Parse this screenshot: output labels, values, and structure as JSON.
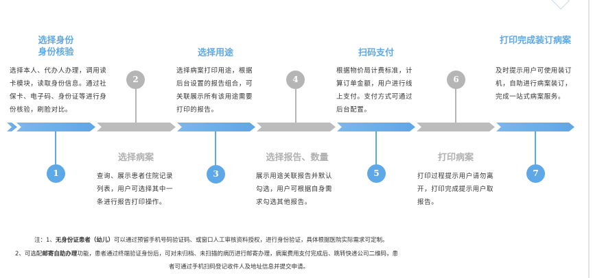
{
  "steps": [
    {
      "num": "1",
      "title": "选择身份\n身份核验",
      "desc": "选择本人、代办人办理，调用读卡模块，读取身份信息。通过社保卡、电子码、身份证等进行身份核验，刷脸对比。"
    },
    {
      "num": "2",
      "title": "选择病案",
      "desc": "查询、展示患者住院记录列表，用户可选择其中一条进行报告打印操作。"
    },
    {
      "num": "3",
      "title": "选择用途",
      "desc": "选择病案打印用途，根据后台设置的报告组合，可关联展示所有该用途需要打印的报告。"
    },
    {
      "num": "4",
      "title": "选择报告、数量",
      "desc": "展示用途关联报告并默认勾选，用户可根据自身需求勾选其他报告。"
    },
    {
      "num": "5",
      "title": "扫码支付",
      "desc": "根据物价局计费标准，计算订单金额，用户进行线上支付。支付方式可通过后台配置。"
    },
    {
      "num": "6",
      "title": "打印病案",
      "desc": "打印过程提示用户请勿离开，打印完成提示用户取报告。"
    },
    {
      "num": "7",
      "title": "打印完成装订病案",
      "desc": "及时提示用户可使用装订机，自助进行病案装订，完成一站式病案服务。"
    }
  ],
  "notes": {
    "line1_prefix": "注：1、",
    "line1_bold": "无身份证患者（幼儿）",
    "line1_rest": "可以通过预留手机号码验证码、或窗口人工审核资料授权，进行身份验证，具体根据医院实际需求可定制。",
    "line2_prefix": "2、可选配",
    "line2_bold": "邮寄自助办理",
    "line2_rest": "功能，患者通过终端验证身份后，可对未归档、未扫描的病历进行邮寄办理，病案费用支付完成后、跳转快递公司二维码，患",
    "line3": "者可通过手机扫码登记收件人及地址信息并提交申请。"
  },
  "colors": {
    "blue": "#5fa8e8",
    "grey": "#b5b5b5"
  }
}
